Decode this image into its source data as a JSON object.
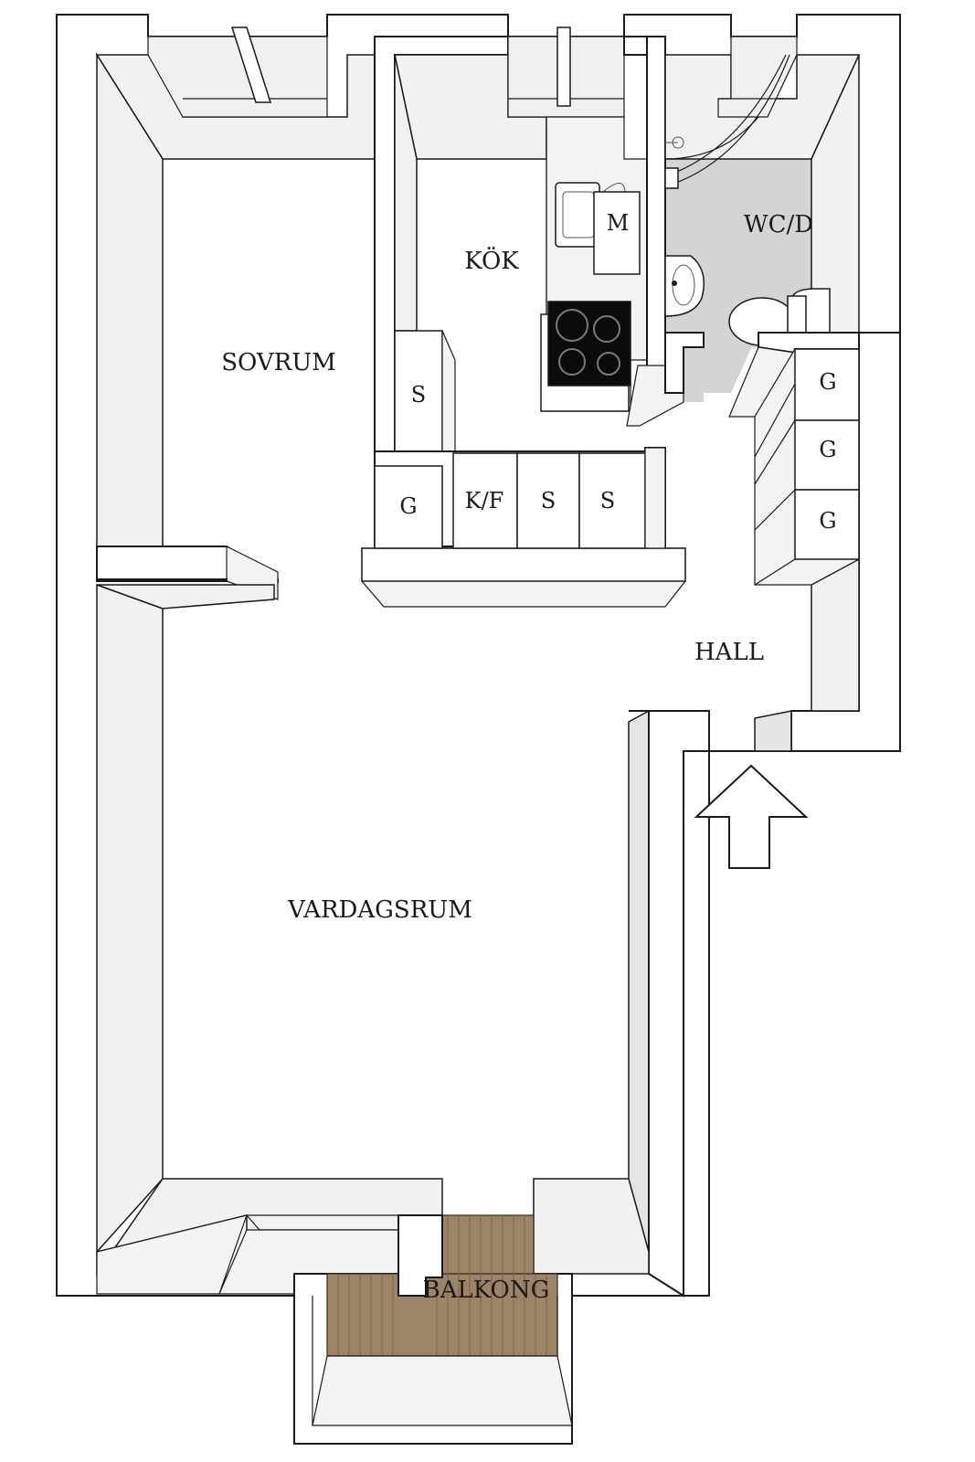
{
  "rooms": {
    "sovrum": "SOVRUM",
    "kok": "KÖK",
    "wc": "WC/D",
    "hall": "HALL",
    "vardagsrum": "VARDAGSRUM",
    "balkong": "BALKONG"
  },
  "fixtures": {
    "microwave": "M",
    "kitchen_cabinet_s": "S",
    "hall_wardrobe_g": "G",
    "fridge_freezer": "K/F",
    "wardrobe_s_1": "S",
    "wardrobe_s_2": "S",
    "closets_g": [
      "G",
      "G",
      "G"
    ]
  },
  "icons": {
    "entrance": "entrance-arrow-icon",
    "stove": "stove-icon",
    "sink": "kitchen-sink-icon",
    "toilet": "toilet-icon",
    "washbasin": "washbasin-icon",
    "shower": "shower-icon"
  },
  "colors": {
    "wall": "#ffffff",
    "outline": "#1a1a1a",
    "bathroom_floor": "#d4d4d4",
    "balcony_deck": "#9c8469",
    "stove_top": "#0b0b0b"
  }
}
